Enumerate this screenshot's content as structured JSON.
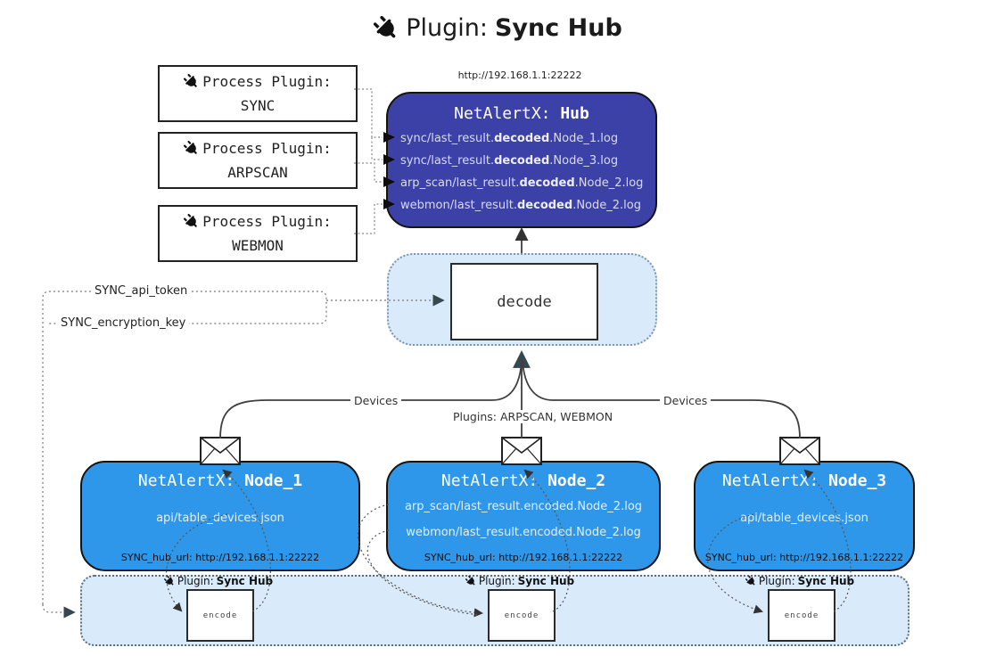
{
  "title": {
    "prefix": "Plugin:",
    "name": "Sync Hub"
  },
  "hub": {
    "url_above": "http://192.168.1.1:22222",
    "title_prefix": "NetAlertX:",
    "title_name": "Hub",
    "lines": [
      {
        "pre": "sync/last_result.",
        "bold": "decoded",
        "post": ".Node_1.log"
      },
      {
        "pre": "sync/last_result.",
        "bold": "decoded",
        "post": ".Node_3.log"
      },
      {
        "pre": "arp_scan/last_result.",
        "bold": "decoded",
        "post": ".Node_2.log"
      },
      {
        "pre": "webmon/last_result.",
        "bold": "decoded",
        "post": ".Node_2.log"
      }
    ]
  },
  "process_plugins": [
    {
      "label": "Process Plugin:",
      "name": "SYNC"
    },
    {
      "label": "Process Plugin:",
      "name": "ARPSCAN"
    },
    {
      "label": "Process Plugin:",
      "name": "WEBMON"
    }
  ],
  "decode": {
    "label": "decode"
  },
  "tokens": {
    "api_token": "SYNC_api_token",
    "encryption_key": "SYNC_encryption_key"
  },
  "edges": {
    "left": "Devices",
    "center": "Plugins: ARPSCAN, WEBMON",
    "right": "Devices"
  },
  "nodes": [
    {
      "title_prefix": "NetAlertX:",
      "name": "Node_1",
      "files": [
        "api/table_devices.json"
      ],
      "hub_url": "SYNC_hub_url: http://192.168.1.1:22222"
    },
    {
      "title_prefix": "NetAlertX:",
      "name": "Node_2",
      "files": [
        "arp_scan/last_result.encoded.Node_2.log",
        "webmon/last_result.encoded.Node_2.log"
      ],
      "hub_url": "SYNC_hub_url: http://192.168.1.1:22222"
    },
    {
      "title_prefix": "NetAlertX:",
      "name": "Node_3",
      "files": [
        "api/table_devices.json"
      ],
      "hub_url": "SYNC_hub_url: http://192.168.1.1:22222"
    }
  ],
  "encoders": [
    {
      "label_prefix": "Plugin:",
      "label_name": "Sync Hub",
      "box": "encode"
    },
    {
      "label_prefix": "Plugin:",
      "label_name": "Sync Hub",
      "box": "encode"
    },
    {
      "label_prefix": "Plugin:",
      "label_name": "Sync Hub",
      "box": "encode"
    }
  ],
  "colors": {
    "hub_bg": "#3c41a8",
    "node_bg": "#2e97ea",
    "panel_bg": "#d9eafb",
    "line": "#3f3f3f"
  }
}
